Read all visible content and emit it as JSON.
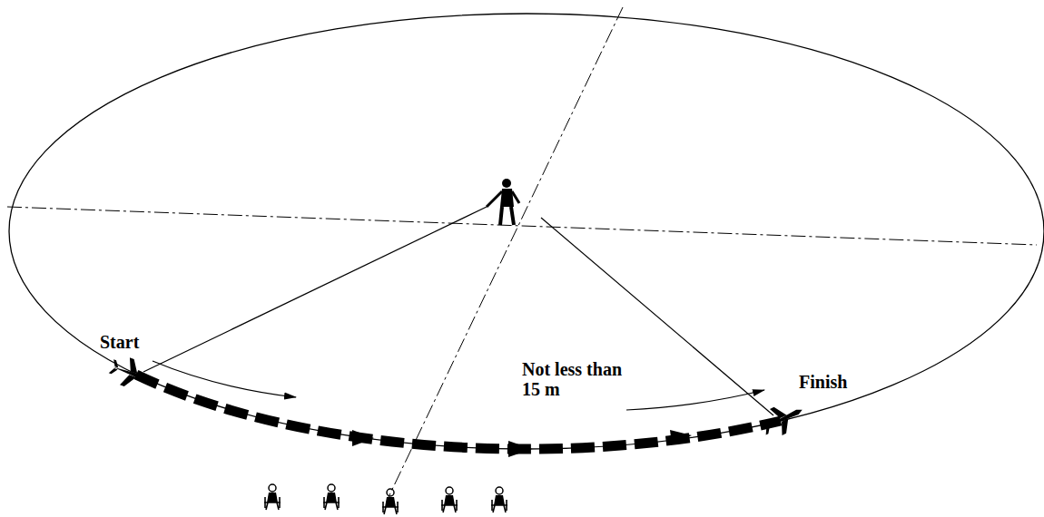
{
  "diagram": {
    "labels": [
      "Start",
      "Finish",
      "Not less than 15 m"
    ]
  }
}
